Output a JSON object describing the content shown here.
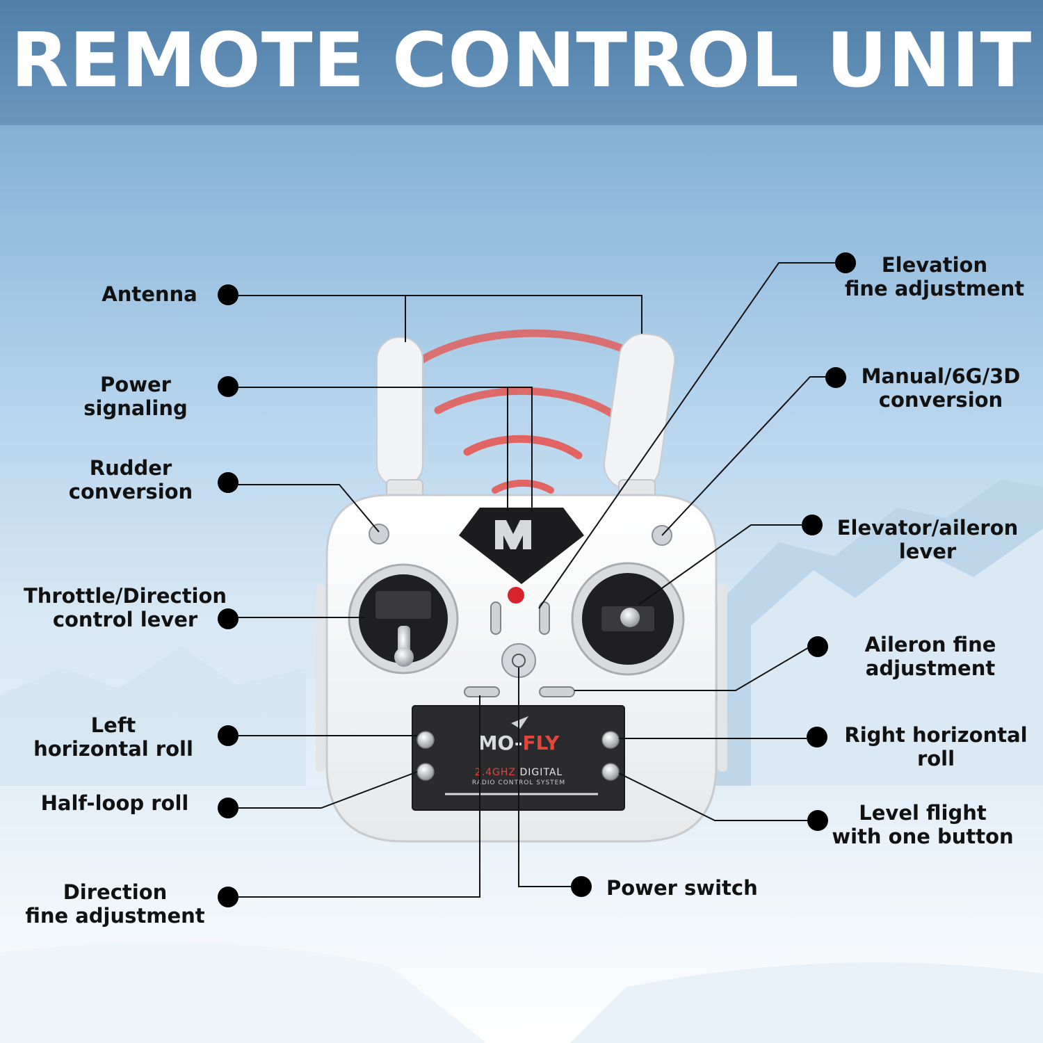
{
  "title": "REMOTE CONTROL UNIT",
  "device": {
    "brand_prefix": "MO-",
    "brand_suffix": "FLY",
    "band_highlight": "2.4GHZ",
    "band_rest": " DIGITAL",
    "system_text": "RADIO CONTROL SYSTEM"
  },
  "callouts": {
    "antenna": [
      "Antenna"
    ],
    "power_signaling": [
      "Power",
      "signaling"
    ],
    "rudder_conversion": [
      "Rudder",
      "conversion"
    ],
    "throttle_direction_lever": [
      "Throttle/Direction",
      "control lever"
    ],
    "left_horizontal_roll": [
      "Left",
      "horizontal roll"
    ],
    "half_loop_roll": [
      "Half-loop roll"
    ],
    "direction_fine_adjustment": [
      "Direction",
      "fine adjustment"
    ],
    "elevation_fine_adjustment": [
      "Elevation",
      "fine adjustment"
    ],
    "mode_conversion": [
      "Manual/6G/3D",
      "conversion"
    ],
    "elevator_aileron_lever": [
      "Elevator/aileron",
      "lever"
    ],
    "aileron_fine_adjustment": [
      "Aileron fine",
      "adjustment"
    ],
    "right_horizontal_roll": [
      "Right horizontal",
      "roll"
    ],
    "level_flight_button": [
      "Level flight",
      "with one button"
    ],
    "power_switch": [
      "Power switch"
    ]
  },
  "colors": {
    "banner": "#5a87ae",
    "signal_arc": "#e8504a",
    "device_body": "#f4f5f6",
    "panel": "#2b2b2d",
    "brand_accent": "#e0463c",
    "leader": "#111111"
  }
}
